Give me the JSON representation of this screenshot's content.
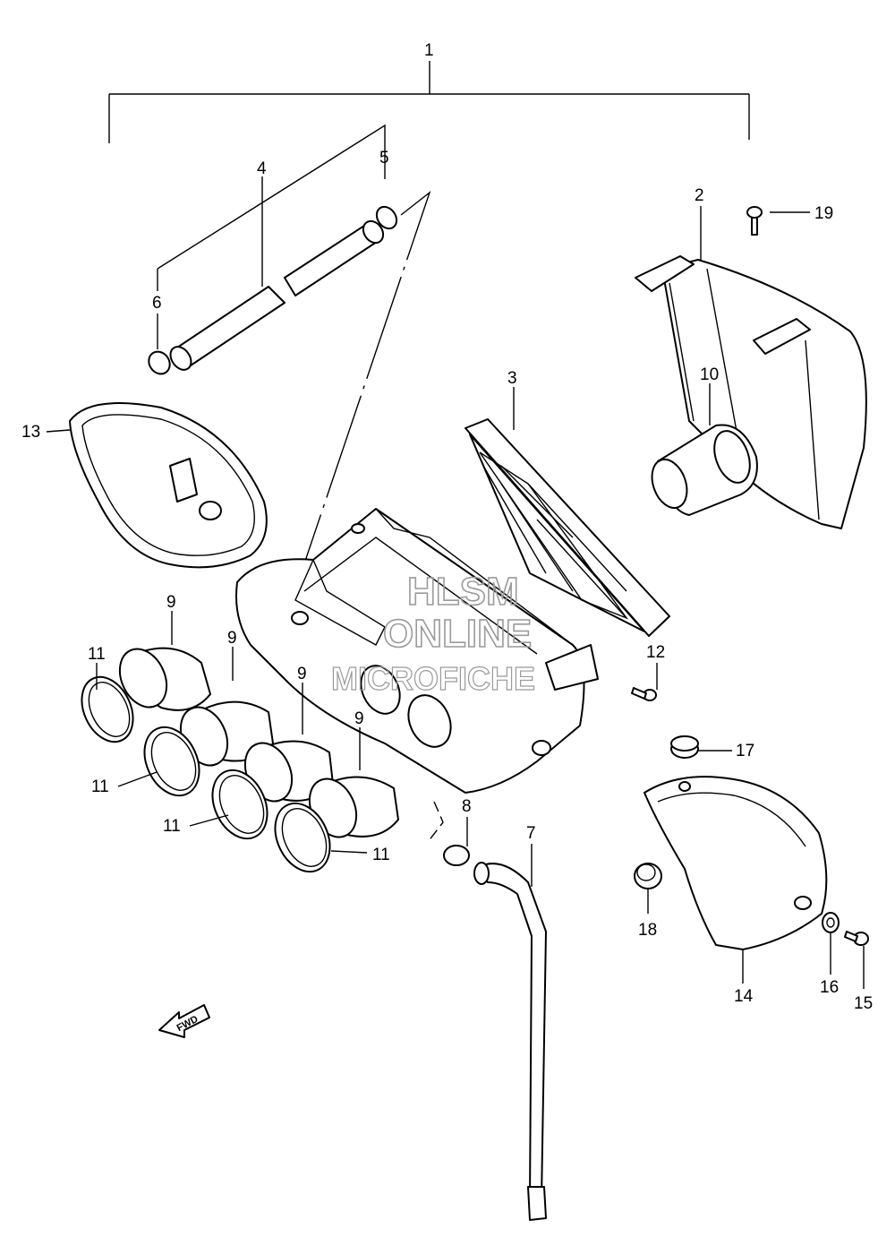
{
  "callouts": {
    "c1": "1",
    "c2": "2",
    "c3": "3",
    "c4": "4",
    "c5": "5",
    "c6": "6",
    "c7": "7",
    "c8": "8",
    "c9a": "9",
    "c9b": "9",
    "c9c": "9",
    "c9d": "9",
    "c10": "10",
    "c11a": "11",
    "c11b": "11",
    "c11c": "11",
    "c11d": "11",
    "c12": "12",
    "c13": "13",
    "c14": "14",
    "c15": "15",
    "c16": "16",
    "c17": "17",
    "c18": "18",
    "c19": "19"
  },
  "watermark": {
    "line1": "HLSM",
    "line2": "ONLINE",
    "line3": "MICROFICHE"
  },
  "fwd_arrow": {
    "label": "FWD"
  }
}
